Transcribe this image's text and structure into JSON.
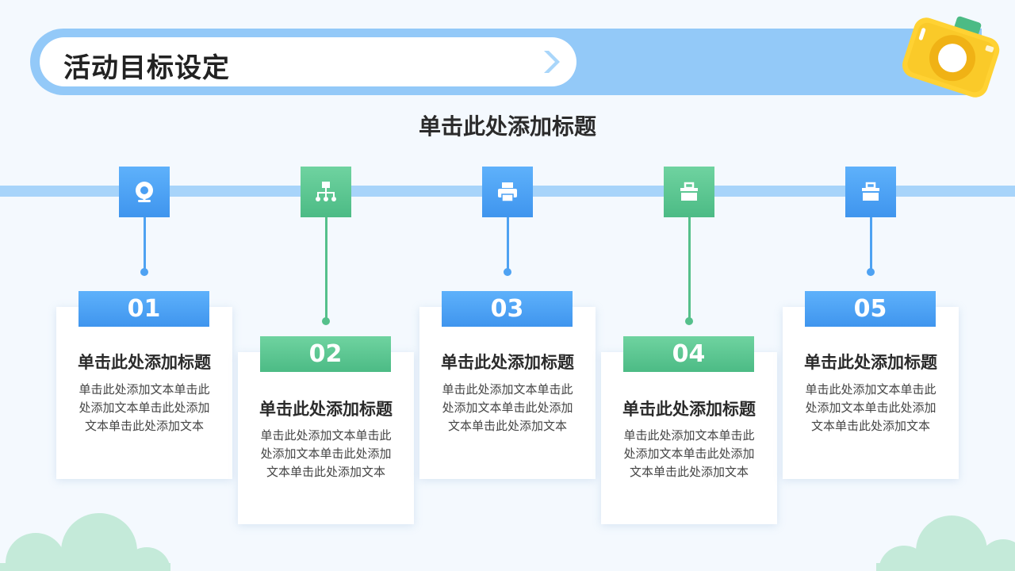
{
  "header": {
    "title": "活动目标设定"
  },
  "subtitle": "单击此处添加标题",
  "colors": {
    "blue": "#4a9ff3",
    "green": "#55c08b",
    "band": "#93c9f8",
    "background": "#f4f9fe"
  },
  "steps": [
    {
      "number": "01",
      "title": "单击此处添加标题",
      "body": "单击此处添加文本单击此处添加文本单击此处添加文本单击此处添加文本",
      "icon": "webcam-icon",
      "color": "blue"
    },
    {
      "number": "02",
      "title": "单击此处添加标题",
      "body": "单击此处添加文本单击此处添加文本单击此处添加文本单击此处添加文本",
      "icon": "org-chart-icon",
      "color": "green"
    },
    {
      "number": "03",
      "title": "单击此处添加标题",
      "body": "单击此处添加文本单击此处添加文本单击此处添加文本单击此处添加文本",
      "icon": "printer-icon",
      "color": "blue"
    },
    {
      "number": "04",
      "title": "单击此处添加标题",
      "body": "单击此处添加文本单击此处添加文本单击此处添加文本单击此处添加文本",
      "icon": "toolbox-icon",
      "color": "green"
    },
    {
      "number": "05",
      "title": "单击此处添加标题",
      "body": "单击此处添加文本单击此处添加文本单击此处添加文本单击此处添加文本",
      "icon": "toolbox-icon",
      "color": "blue"
    }
  ]
}
